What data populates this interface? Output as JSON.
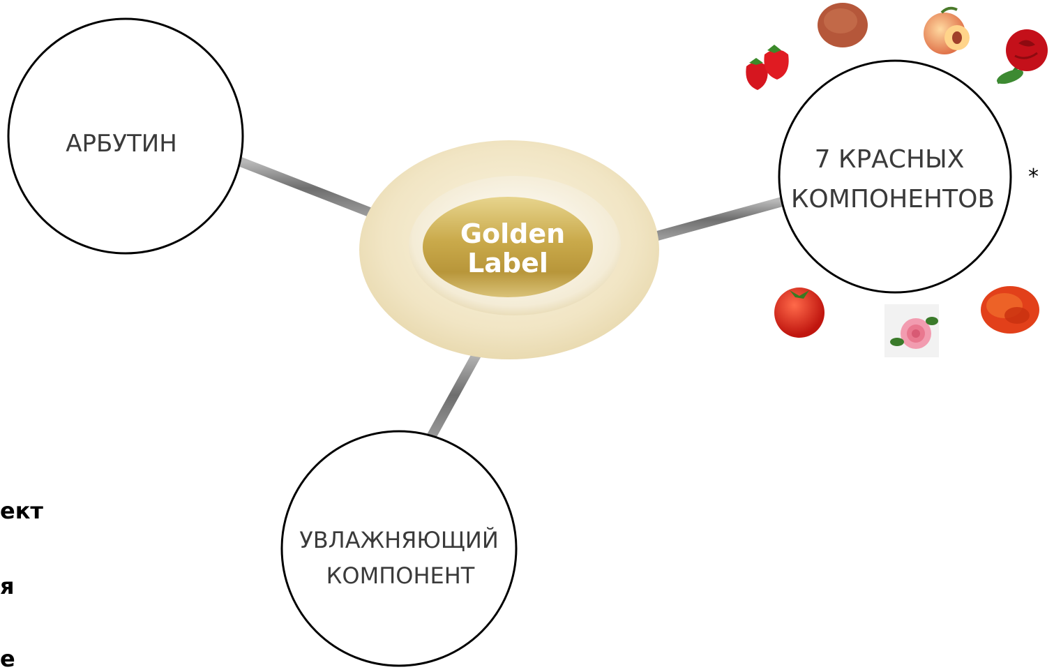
{
  "diagram": {
    "center": {
      "line1": "Golden",
      "line2": "Label"
    },
    "nodes": {
      "arbutin": {
        "line1": "АРБУТИН"
      },
      "red_components": {
        "line1": "7 КРАСНЫХ",
        "line2": "КОМПОНЕНТОВ"
      },
      "moisturizing": {
        "line1": "УВЛАЖНЯЮЩИЙ",
        "line2": "КОМПОНЕНТ"
      }
    },
    "footnote_marker": "*",
    "ingredient_icons": [
      "strawberry-icon",
      "spice-powder-icon",
      "peach-icon",
      "rose-icon",
      "tomato-icon",
      "camellia-icon",
      "saffron-icon"
    ]
  },
  "side_text": {
    "line1": "ект",
    "line2": "я",
    "line3": "е"
  },
  "colors": {
    "connector": "#8a8a8a",
    "center_outer": "#f3e9cc",
    "center_gold": "#c9ad52",
    "node_stroke": "#000000"
  }
}
